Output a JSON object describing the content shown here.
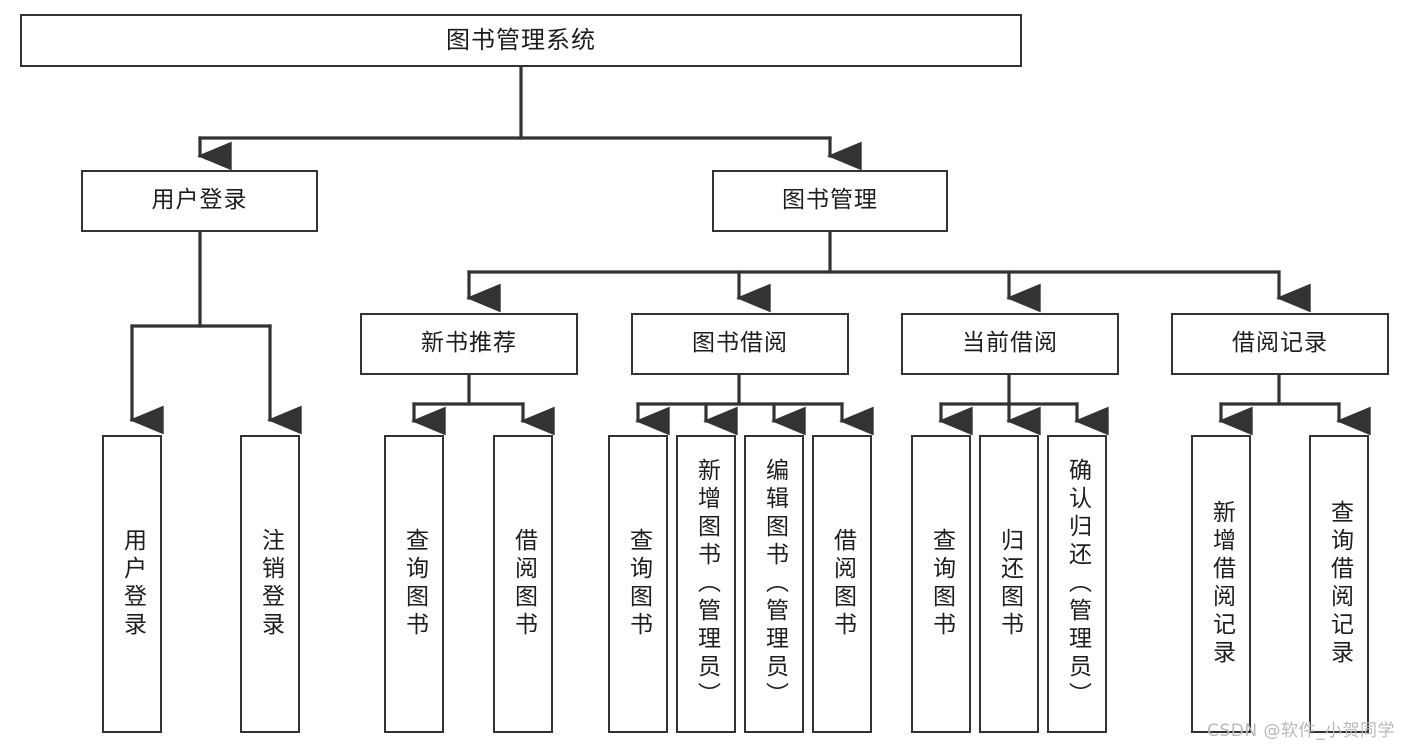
{
  "diagram": {
    "title": "图书管理系统",
    "watermark": "CSDN @软件_小贺同学",
    "colors": {
      "border": "#333333",
      "background": "#ffffff",
      "text": "#1d1d1d",
      "edge": "#333333",
      "watermark": "#b9b9b9"
    },
    "nodes": {
      "root": {
        "label": "图书管理系统"
      },
      "level2": [
        {
          "id": "user-login",
          "label": "用户登录"
        },
        {
          "id": "book-manage",
          "label": "图书管理"
        }
      ],
      "level3": [
        {
          "id": "new-book-recommend",
          "label": "新书推荐"
        },
        {
          "id": "book-borrow",
          "label": "图书借阅"
        },
        {
          "id": "current-borrow",
          "label": "当前借阅"
        },
        {
          "id": "borrow-record",
          "label": "借阅记录"
        }
      ],
      "leaves": [
        {
          "id": "leaf-user-login",
          "label": "用户登录",
          "parent": "user-login"
        },
        {
          "id": "leaf-user-logout",
          "label": "注销登录",
          "parent": "user-login"
        },
        {
          "id": "leaf-query-book-1",
          "label": "查询图书",
          "parent": "new-book-recommend"
        },
        {
          "id": "leaf-borrow-book-1",
          "label": "借阅图书",
          "parent": "new-book-recommend"
        },
        {
          "id": "leaf-query-book-2",
          "label": "查询图书",
          "parent": "book-borrow"
        },
        {
          "id": "leaf-add-book",
          "label": "新增图书（管理员）",
          "parent": "book-borrow"
        },
        {
          "id": "leaf-edit-book",
          "label": "编辑图书（管理员）",
          "parent": "book-borrow"
        },
        {
          "id": "leaf-borrow-book-2",
          "label": "借阅图书",
          "parent": "book-borrow"
        },
        {
          "id": "leaf-query-book-3",
          "label": "查询图书",
          "parent": "current-borrow"
        },
        {
          "id": "leaf-return-book",
          "label": "归还图书",
          "parent": "current-borrow"
        },
        {
          "id": "leaf-confirm-return",
          "label": "确认归还（管理员）",
          "parent": "current-borrow"
        },
        {
          "id": "leaf-add-record",
          "label": "新增借阅记录",
          "parent": "borrow-record"
        },
        {
          "id": "leaf-query-record",
          "label": "查询借阅记录",
          "parent": "borrow-record"
        }
      ]
    }
  }
}
